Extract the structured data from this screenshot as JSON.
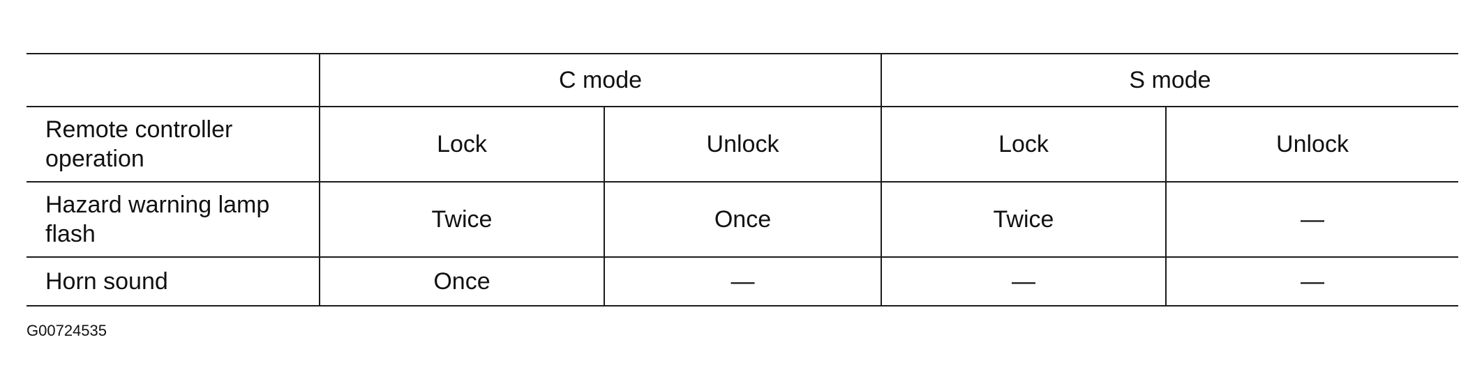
{
  "table": {
    "groups": [
      {
        "label": "C mode"
      },
      {
        "label": "S mode"
      }
    ],
    "rows": [
      {
        "label": "Remote controller\noperation",
        "cells": [
          "Lock",
          "Unlock",
          "Lock",
          "Unlock"
        ]
      },
      {
        "label": "Hazard warning lamp\nflash",
        "cells": [
          "Twice",
          "Once",
          "Twice",
          "—"
        ]
      },
      {
        "label": "Horn sound",
        "cells": [
          "Once",
          "—",
          "—",
          "—"
        ]
      }
    ]
  },
  "figure_id": "G00724535"
}
